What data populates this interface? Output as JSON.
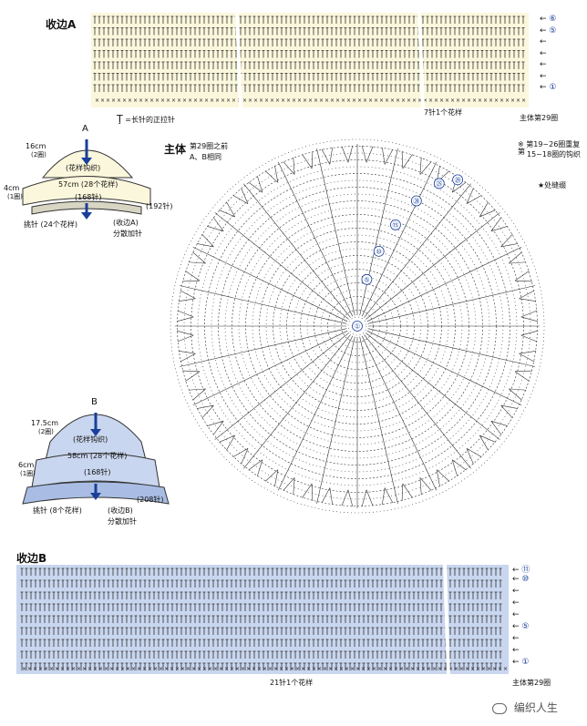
{
  "edgeA": {
    "title": "收边A",
    "rows": [
      "⑥",
      "⑤",
      "",
      "",
      "",
      "",
      "①"
    ],
    "repeat_label": "7针1个花样",
    "base_label": "主体第29圈",
    "legend": "=长针的正拉针"
  },
  "hatA": {
    "label": "A",
    "top_size": "16cm",
    "top_rows": "(2圈)",
    "band_size": "4cm",
    "band_rows": "(1圈)",
    "pattern": "(花样钩织)",
    "circ": "57cm (28个花样)",
    "stitches": "(168针)",
    "side_stitches": "(192针)",
    "pickup": "挑针 (24个花样)",
    "edge": "(收边A)",
    "increase": "分散加针"
  },
  "main": {
    "title": "主体",
    "subtitle": "第29圈之前",
    "subtitle2": "A、B相同",
    "note": "※ 第19~26圈重复第",
    "note2": "15~18圈的钩织",
    "star": "★处缝缀",
    "rounds": [
      "①",
      "⑤",
      "⑩",
      "⑮",
      "⑳",
      "㉕",
      "㉙"
    ]
  },
  "hatB": {
    "label": "B",
    "top_size": "17.5cm",
    "top_rows": "(2圈)",
    "band_size": "6cm",
    "band_rows": "(1圈)",
    "pattern": "(花样钩织)",
    "circ": "58cm (28个花样)",
    "stitches": "(168针)",
    "side_stitches": "(208针)",
    "pickup": "挑针 (8个花样)",
    "edge": "(收边B)",
    "increase": "分散加针"
  },
  "edgeB": {
    "title": "收边B",
    "rows": [
      "⑪",
      "⑩",
      "",
      "",
      "",
      "⑤",
      "",
      "",
      "①"
    ],
    "repeat_label": "21针1个花样",
    "base_label": "主体第29圈"
  },
  "watermark": "编织人生",
  "colors": {
    "blue": "#1a3f9a",
    "lightblue": "#c9d6ef",
    "bandblue": "#a9bde4",
    "cream": "#fbf7dc",
    "ink": "#222"
  }
}
